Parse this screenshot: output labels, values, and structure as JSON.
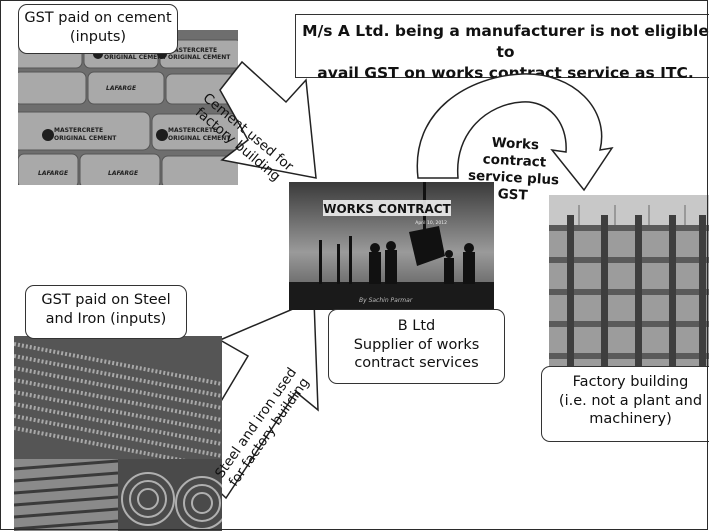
{
  "callouts": {
    "cement": [
      "GST paid on cement",
      "(inputs)"
    ],
    "steel": [
      "GST paid on Steel",
      "and Iron (inputs)"
    ],
    "b_ltd": [
      "B Ltd",
      "Supplier of works",
      "contract services"
    ],
    "factory": [
      "Factory building",
      "(i.e. not a plant and",
      "machinery)"
    ]
  },
  "top_note": [
    "M/s A Ltd. being a manufacturer is not eligible to",
    "avail GST on works contract service as ITC."
  ],
  "arrows": {
    "cement": [
      "Cement used for",
      "factory building"
    ],
    "steel": [
      "Steel and iron used",
      "for factory building"
    ],
    "works": [
      "Works",
      "contract",
      "service plus",
      "GST"
    ]
  },
  "photos": {
    "cement_bag_brand": "MASTERCRETE",
    "cement_bag_line": "ORIGINAL CEMENT",
    "cement_bag_maker": "LAFARGE",
    "works_contract_title": "WORKS CONTRACT",
    "works_contract_date": "April 10, 2012",
    "works_contract_by": "By Sachin Parmar"
  },
  "colors": {
    "border": "#333333",
    "photo_dark": "#2a2a2a",
    "photo_mid": "#8a8a8a",
    "arrow_fill": "#ffffff"
  }
}
